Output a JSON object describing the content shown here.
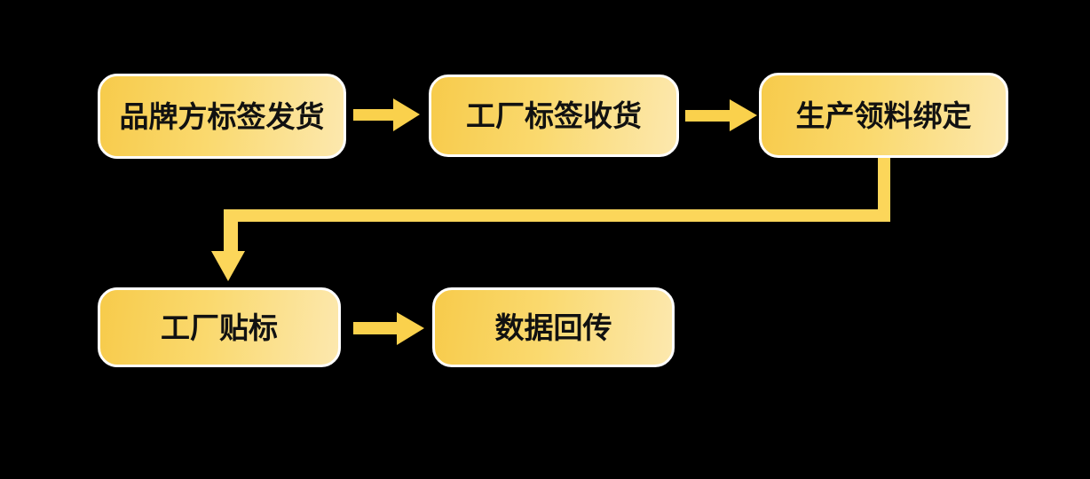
{
  "diagram": {
    "type": "flowchart",
    "background_color": "#000000",
    "node_fill_start": "#F7CB4B",
    "node_fill_end": "#FCE8AE",
    "node_border_color": "#FFFFFF",
    "node_text_color": "#111111",
    "arrow_color": "#FAD14C",
    "connector_color": "#FCD65A",
    "nodes": [
      {
        "id": "brand-label-shipping",
        "label": "品牌方标签发货"
      },
      {
        "id": "factory-label-receiving",
        "label": "工厂标签收货"
      },
      {
        "id": "production-material-binding",
        "label": "生产领料绑定"
      },
      {
        "id": "factory-labeling",
        "label": "工厂贴标"
      },
      {
        "id": "data-upload",
        "label": "数据回传"
      }
    ],
    "edges": [
      {
        "from": "brand-label-shipping",
        "to": "factory-label-receiving",
        "style": "straight-right"
      },
      {
        "from": "factory-label-receiving",
        "to": "production-material-binding",
        "style": "straight-right"
      },
      {
        "from": "production-material-binding",
        "to": "factory-labeling",
        "style": "bent-down-left-down"
      },
      {
        "from": "factory-labeling",
        "to": "data-upload",
        "style": "straight-right"
      }
    ]
  }
}
